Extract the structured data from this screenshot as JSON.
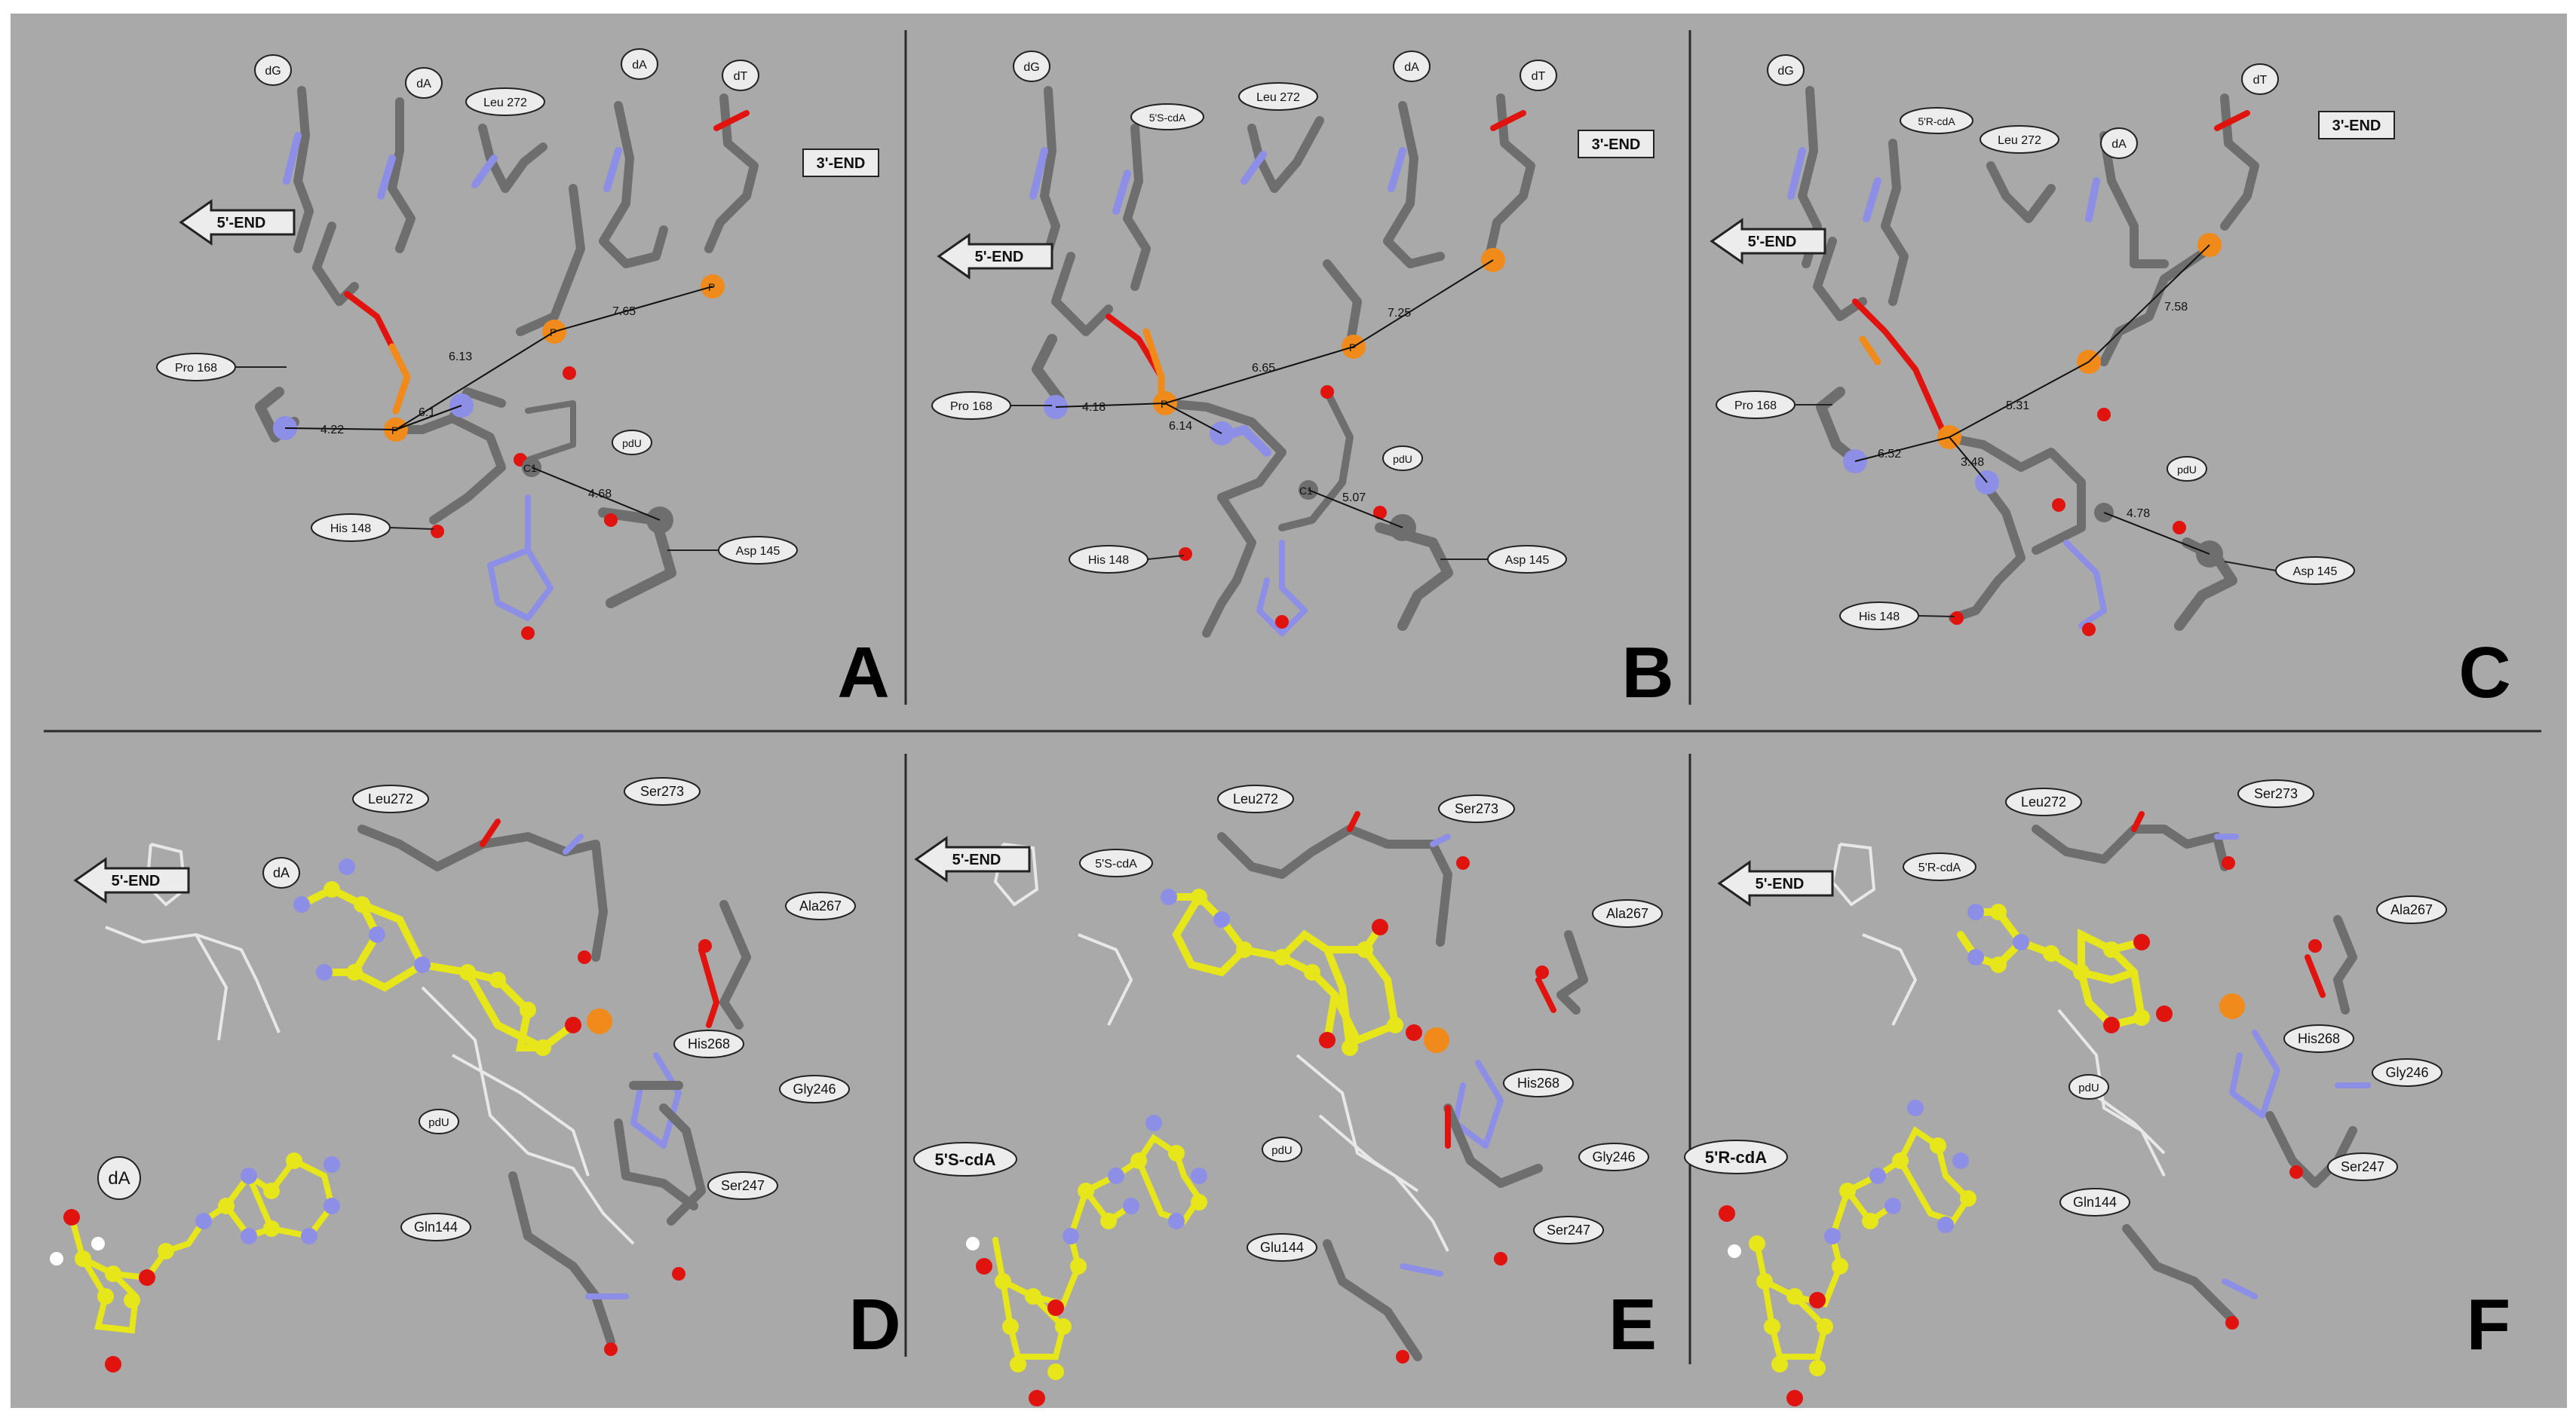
{
  "colors": {
    "background": "#a9a9a9",
    "carbon": "#6e6e6e",
    "oxygen": "#e0130f",
    "nitrogen": "#8d8ee6",
    "phosphorus": "#f08a1a",
    "ligand": "#e6e61a",
    "wire": "#e8e8e8",
    "hydrogen": "#ffffff"
  },
  "panels": {
    "A": {
      "letter": "A",
      "labels": {
        "dG": "dG",
        "dA1": "dA",
        "leu": "Leu 272",
        "dA2": "dA",
        "dT": "dT",
        "five_end": "5'-END",
        "three_end": "3'-END",
        "pro": "Pro 168",
        "his": "His 148",
        "asp": "Asp 145",
        "pdU": "pdU"
      },
      "distances": {
        "d1": "6.13",
        "d2": "7.65",
        "d3": "6.1",
        "d4": "4.22",
        "d5": "4.68",
        "c1": "C1"
      },
      "atoms": {
        "p1": "P",
        "p2": "P",
        "p3": "P"
      }
    },
    "B": {
      "letter": "B",
      "labels": {
        "dG": "dG",
        "cdA": "5'S-cdA",
        "leu": "Leu 272",
        "dA": "dA",
        "dT": "dT",
        "five_end": "5'-END",
        "three_end": "3'-END",
        "pro": "Pro 168",
        "his": "His 148",
        "asp": "Asp 145",
        "pdU": "pdU"
      },
      "distances": {
        "d1": "7.25",
        "d2": "6.65",
        "d3": "4.18",
        "d4": "6.14",
        "d5": "5.07",
        "c1": "C1"
      },
      "atoms": {
        "p1": "P",
        "p2": "P"
      }
    },
    "C": {
      "letter": "C",
      "labels": {
        "dG": "dG",
        "cdA": "5'R-cdA",
        "leu": "Leu 272",
        "dA": "dA",
        "dT": "dT",
        "five_end": "5'-END",
        "three_end": "3'-END",
        "pro": "Pro 168",
        "his": "His 148",
        "asp": "Asp 145",
        "pdU": "pdU"
      },
      "distances": {
        "d1": "7.58",
        "d2": "5.31",
        "d3": "6.52",
        "d4": "3.48",
        "d5": "4.78"
      }
    },
    "D": {
      "letter": "D",
      "labels": {
        "leu": "Leu272",
        "ser273": "Ser273",
        "ala": "Ala267",
        "his": "His268",
        "gly": "Gly246",
        "ser247": "Ser247",
        "gln": "Gln144",
        "pdU": "pdU",
        "nuc": "dA",
        "five_end": "5'-END",
        "ligand": "dA"
      }
    },
    "E": {
      "letter": "E",
      "labels": {
        "leu": "Leu272",
        "ser273": "Ser273",
        "ala": "Ala267",
        "his": "His268",
        "gly": "Gly246",
        "ser247": "Ser247",
        "glu": "Glu144",
        "pdU": "pdU",
        "nuc": "5'S-cdA",
        "five_end": "5'-END",
        "ligand": "5'S-cdA"
      }
    },
    "F": {
      "letter": "F",
      "labels": {
        "leu": "Leu272",
        "ser273": "Ser273",
        "ala": "Ala267",
        "his": "His268",
        "gly": "Gly246",
        "ser247": "Ser247",
        "gln": "Gln144",
        "pdU": "pdU",
        "nuc": "5'R-cdA",
        "five_end": "5'-END",
        "ligand": "5'R-cdA"
      }
    }
  }
}
